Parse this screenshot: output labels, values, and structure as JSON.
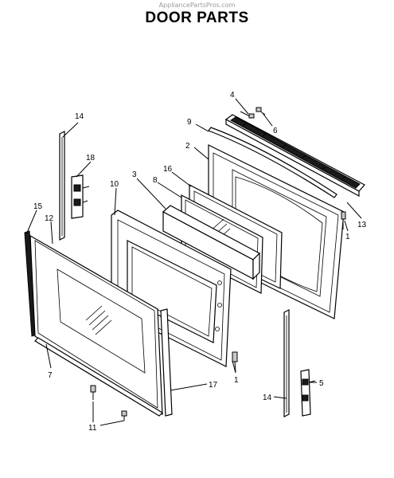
{
  "header": {
    "watermark": "AppliancePartsPros.com",
    "title": "DOOR PARTS"
  },
  "callouts": {
    "c4": "4",
    "c6": "6",
    "c9": "9",
    "c14_top": "14",
    "c2": "2",
    "c18": "18",
    "c16": "16",
    "c10": "10",
    "c3": "3",
    "c8": "8",
    "c15": "15",
    "c12": "12",
    "c13": "13",
    "c1_right": "1",
    "c1_bottom": "1",
    "c7": "7",
    "c17": "17",
    "c5": "5",
    "c14_bottom": "14",
    "c11": "11"
  }
}
